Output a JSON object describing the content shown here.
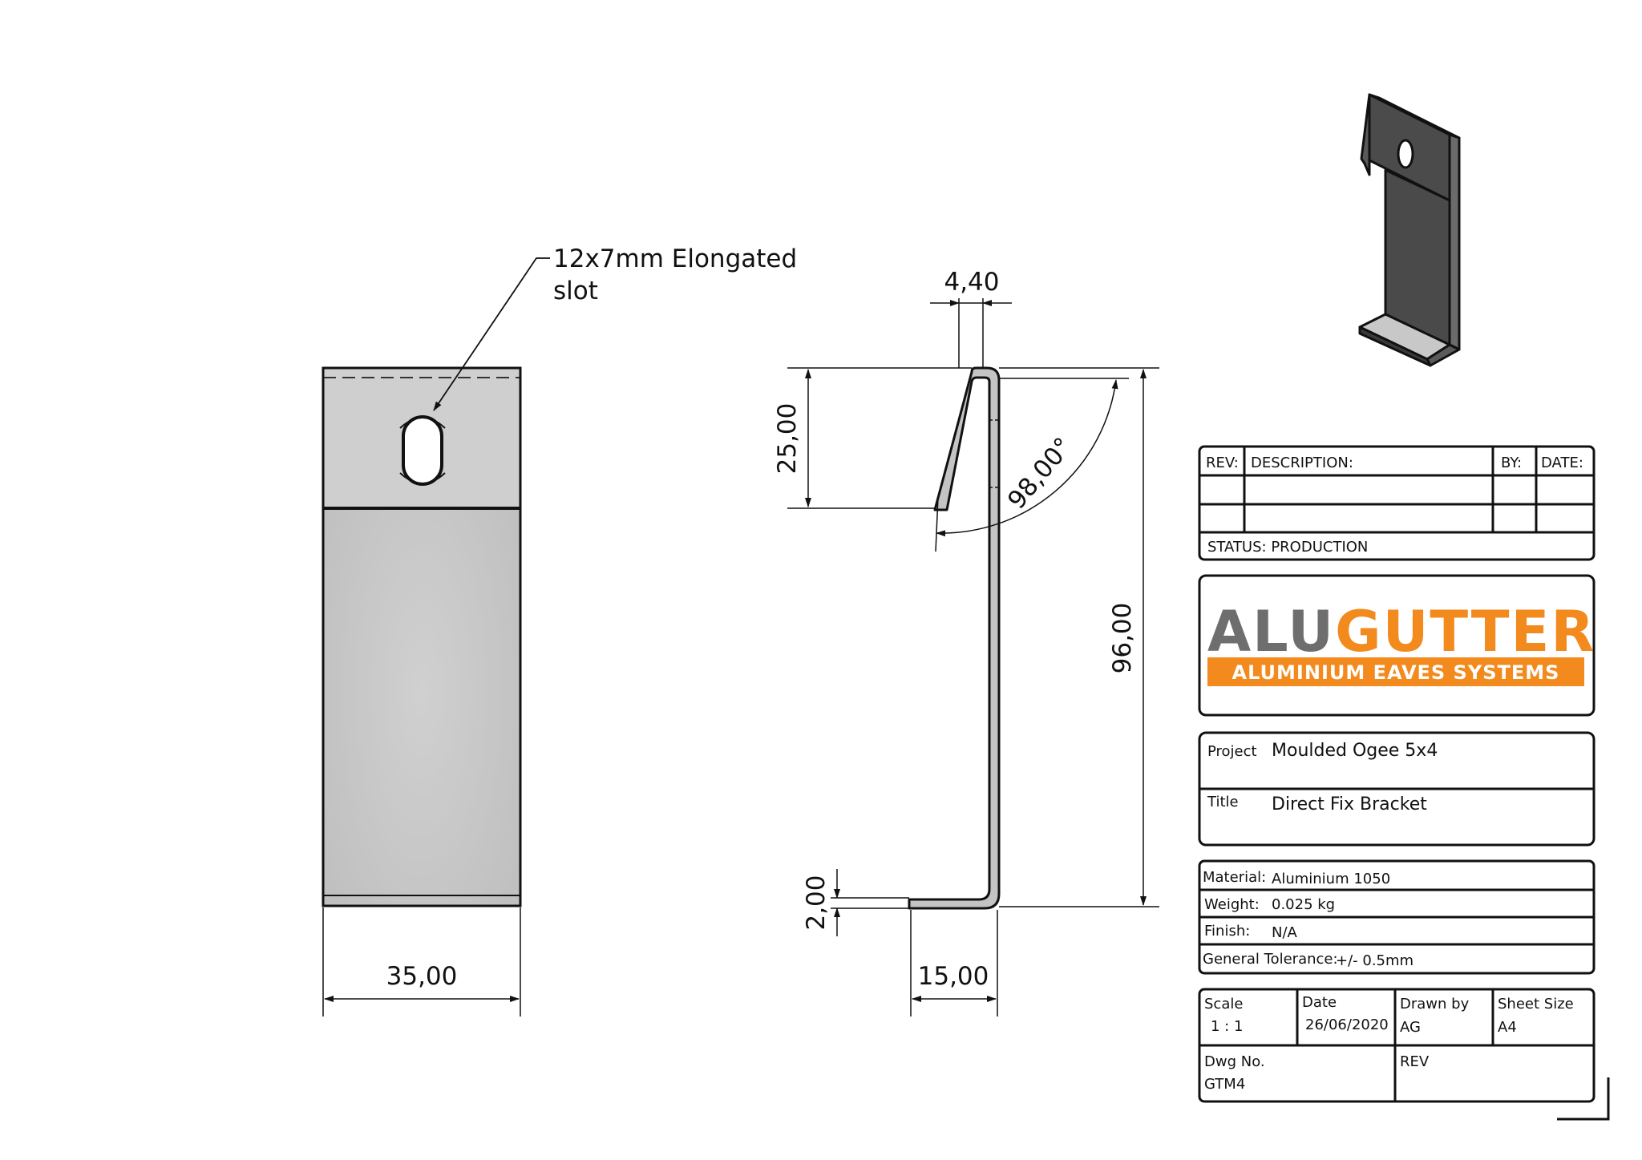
{
  "annotation": {
    "slot_note_line1": "12x7mm Elongated",
    "slot_note_line2": "slot"
  },
  "dimensions": {
    "width": "35,00",
    "thickness": "4,40",
    "upper_height": "25,00",
    "angle": "98,00°",
    "total_height": "96,00",
    "foot_thickness": "2,00",
    "foot_length": "15,00"
  },
  "colors": {
    "logo_gray": "#6e6e6e",
    "logo_orange": "#f28a1e",
    "part_fill": "#c4c4c4",
    "iso_dark": "#4a4a4a"
  },
  "revision_table": {
    "headers": [
      "REV:",
      "DESCRIPTION:",
      "BY:",
      "DATE:"
    ],
    "status": "STATUS: PRODUCTION"
  },
  "logo": {
    "part1": "ALU",
    "part2": "GUTTER",
    "tagline": "ALUMINIUM EAVES SYSTEMS"
  },
  "project_block": {
    "project_label": "Project",
    "project_value": "Moulded Ogee 5x4",
    "title_label": "Title",
    "title_value": "Direct Fix Bracket"
  },
  "material_block": {
    "material_label": "Material:",
    "material_value": "Aluminium 1050",
    "weight_label": "Weight:",
    "weight_value": "0.025 kg",
    "finish_label": "Finish:",
    "finish_value": "N/A",
    "tolerance_label": "General Tolerance:",
    "tolerance_value": "+/- 0.5mm"
  },
  "info_block": {
    "scale_label": "Scale",
    "scale_value": "1 : 1",
    "date_label": "Date",
    "date_value": "26/06/2020",
    "drawn_label": "Drawn by",
    "drawn_value": "AG",
    "sheet_label": "Sheet Size",
    "sheet_value": "A4",
    "dwg_label": "Dwg No.",
    "dwg_value": "GTM4",
    "rev_label": "REV"
  }
}
